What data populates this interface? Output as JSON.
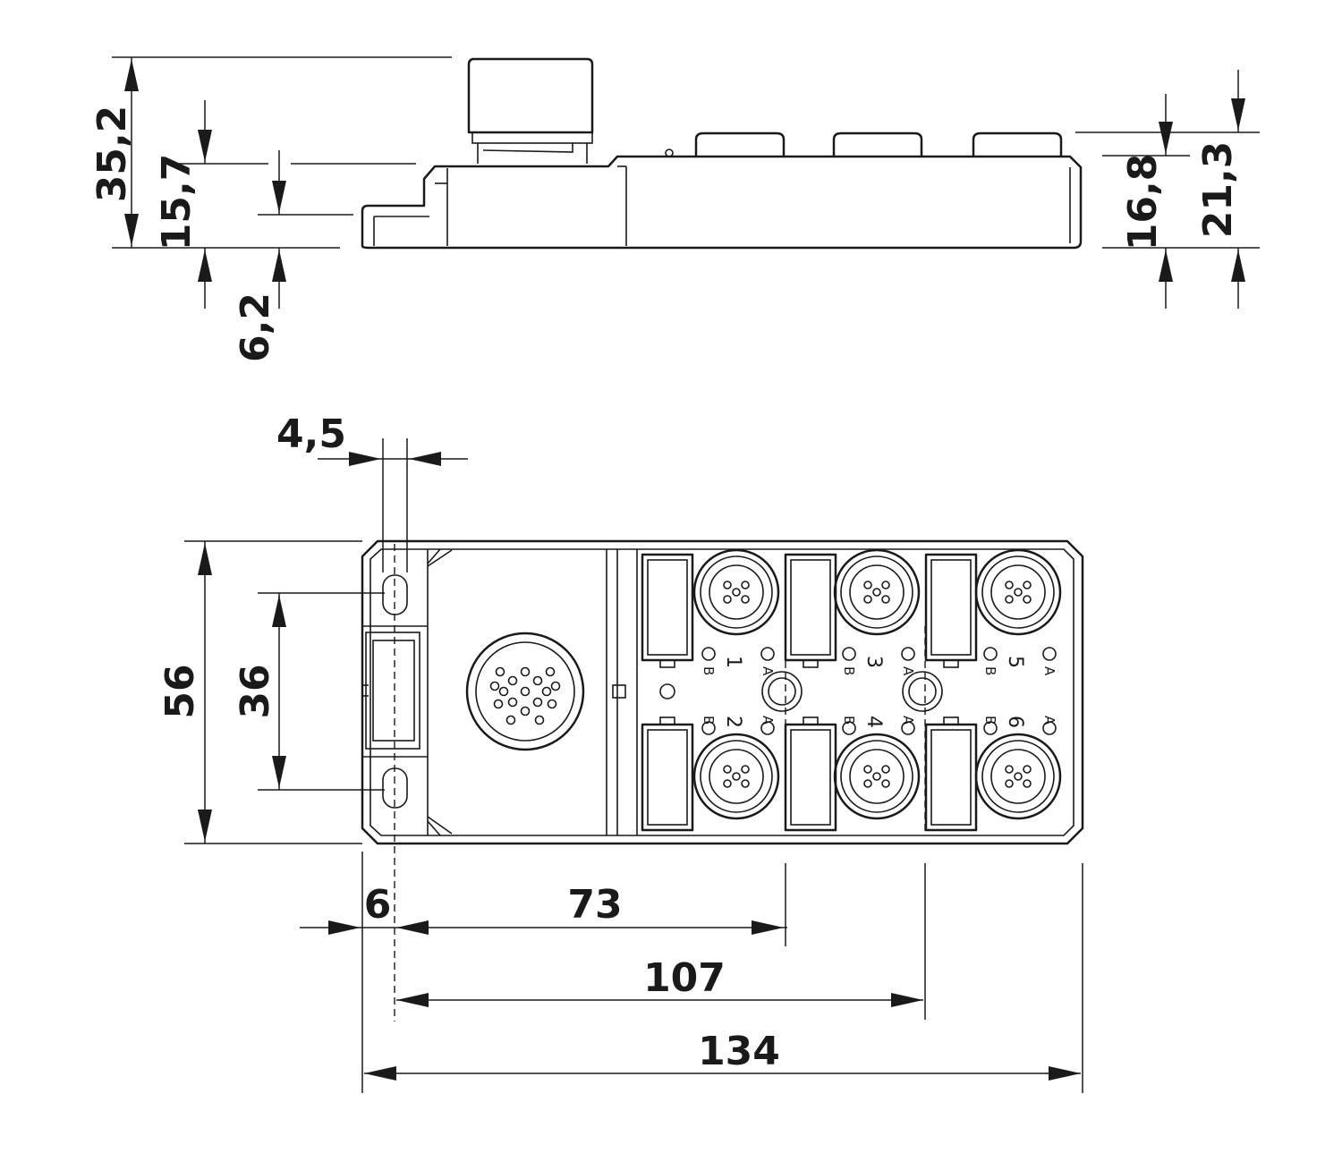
{
  "side_view": {
    "dims": {
      "total_height": "35,2",
      "body_height": "15,7",
      "flange_height": "6,2",
      "housing_height": "16,8",
      "port_height": "21,3"
    }
  },
  "top_view": {
    "dims": {
      "hole_width": "4,5",
      "width": "56",
      "hole_spacing": "36",
      "hole_offset": "6",
      "port_col_2": "73",
      "port_col_3": "107",
      "length": "134"
    },
    "ports": [
      {
        "num": "1",
        "a": "A",
        "b": "B"
      },
      {
        "num": "2",
        "a": "A",
        "b": "B"
      },
      {
        "num": "3",
        "a": "A",
        "b": "B"
      },
      {
        "num": "4",
        "a": "A",
        "b": "B"
      },
      {
        "num": "5",
        "a": "A",
        "b": "B"
      },
      {
        "num": "6",
        "a": "A",
        "b": "B"
      }
    ]
  }
}
